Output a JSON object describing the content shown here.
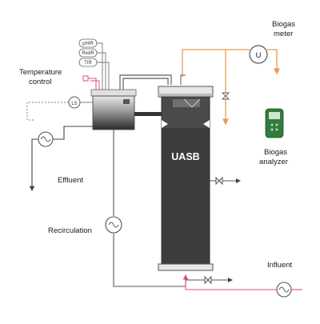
{
  "labels": {
    "biogas_meter": [
      "Biogas",
      "meter"
    ],
    "meter_symbol": "U",
    "temperature_control": [
      "Temperature",
      "control"
    ],
    "instruments": [
      "pHIR",
      "RedR",
      "TIR"
    ],
    "level_switch": "LS",
    "effluent": "Effluent",
    "uasb": "UASB",
    "biogas_analyzer": [
      "Biogas",
      "analyzer"
    ],
    "recirculation": "Recirculation",
    "influent": "Influent"
  },
  "colors": {
    "gas_line": "#e89a4e",
    "heating": "#e0506a",
    "reactor_fill": "#3c3c3c",
    "pipe": "#555555",
    "analyzer_body": "#2f7d3a"
  }
}
